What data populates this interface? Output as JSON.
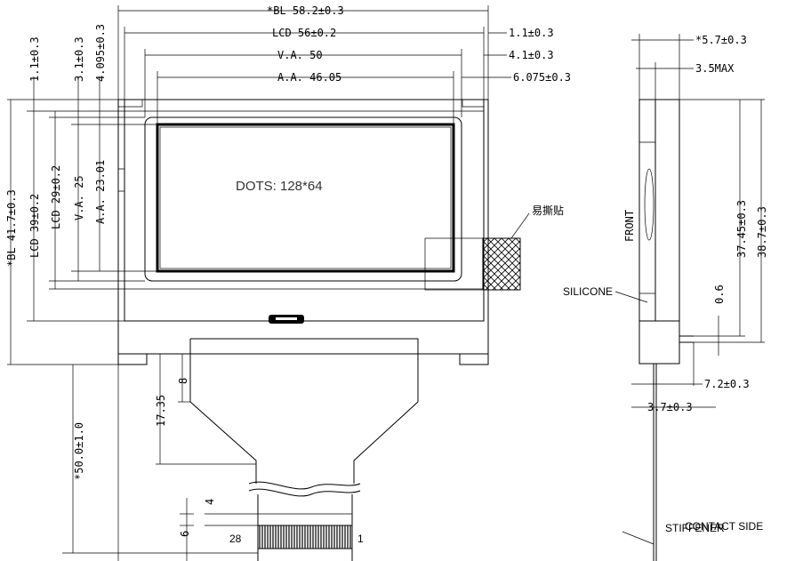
{
  "dims_top": {
    "bl": "*BL 58.2±0.3",
    "lcd": "LCD 56±0.2",
    "va": "V.A. 50",
    "aa": "A.A. 46.05",
    "r1": "1.1±0.3",
    "r2": "4.1±0.3",
    "r3": "6.075±0.3"
  },
  "dims_left": {
    "l1": "1.1±0.3",
    "l2": "3.1±0.3",
    "l3": "4.095±0.3",
    "bl": "*BL 41.7±0.3",
    "lcd": "LCD 39±0.2",
    "lcd2": "LCD 29±0.2",
    "va": "V.A. 25",
    "aa": "A.A. 23.01",
    "total": "*50.0±1.0",
    "fpc": "17.35",
    "fpc_small": "8",
    "pin_h1": "4",
    "pin_h2": "6"
  },
  "front": {
    "dots": "DOTS: 128*64",
    "pin_left": "28",
    "pin_right": "1",
    "chinese_label": "易撕贴"
  },
  "side": {
    "w1": "*5.7±0.3",
    "w2": "3.5MAX",
    "h1": "37.45±0.3",
    "h2": "38.7±0.3",
    "h3": "0.6",
    "w3": "7.2±0.3",
    "w4": "3.7±0.3",
    "front_label": "FRONT",
    "silicone": "SILICONE",
    "stiffener": "STIFFENER",
    "contact": "CONTACT SIDE"
  }
}
